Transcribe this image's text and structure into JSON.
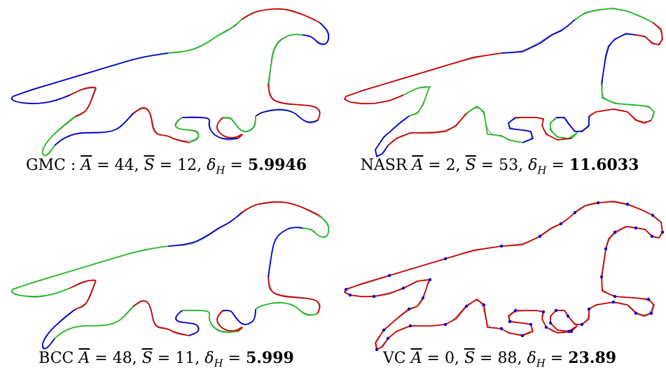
{
  "panels": [
    {
      "id": "gmc",
      "method": "GMC :",
      "A": "44",
      "S": "12",
      "dH": "5.9946",
      "colors": [
        "#0000cc",
        "#22bb22",
        "#cc0000"
      ]
    },
    {
      "id": "nasr",
      "method": "NASR",
      "A": "2",
      "S": "53",
      "dH": "11.6033",
      "colors": [
        "#cc0000",
        "#0000cc",
        "#22bb22"
      ]
    },
    {
      "id": "bcc",
      "method": "BCC",
      "A": "48",
      "S": "11",
      "dH": "5.999",
      "colors": [
        "#22bb22",
        "#0000cc",
        "#cc0000"
      ]
    },
    {
      "id": "vc",
      "method": "VC",
      "A": "0",
      "S": "88",
      "dH": "23.89",
      "colors": [
        "#cc0000"
      ]
    }
  ],
  "labels": {
    "A": "A",
    "S": "S",
    "delta": "δ",
    "H": "H",
    "eq": " = ",
    "sep": ", "
  },
  "style": {
    "original_color": "#999999",
    "vertex_color": "#0000cc"
  }
}
